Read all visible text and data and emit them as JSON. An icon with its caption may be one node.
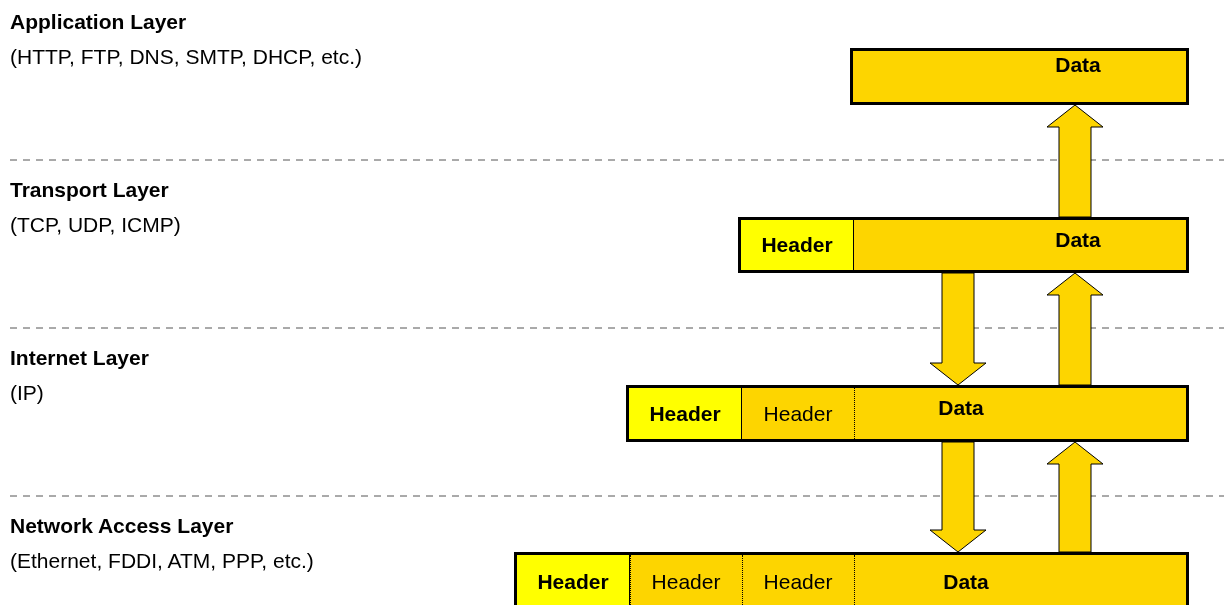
{
  "diagram": {
    "nodes": [
      {
        "text": [
          "Data"
        ]
      },
      {
        "text": [
          "Data"
        ]
      },
      {
        "text": [
          "Header"
        ],
        "in": 1
      },
      {
        "text": [
          "Header",
          "Data"
        ]
      },
      {
        "text": [
          "Header"
        ],
        "in": 3
      },
      {
        "text": [
          "Header",
          "Header",
          "Data"
        ]
      },
      {
        "text": [
          "Header"
        ],
        "in": 5
      }
    ],
    "edges": [
      {
        "from": 1,
        "to": 0,
        "arrow": "to"
      },
      {
        "from": 1,
        "to": 3,
        "arrow": "to"
      },
      {
        "from": 3,
        "to": 1,
        "arrow": "to"
      },
      {
        "from": 3,
        "to": 5,
        "arrow": "to"
      },
      {
        "from": 5,
        "to": 3,
        "arrow": "to"
      }
    ],
    "labels": [
      "Application Layer",
      "(HTTP, FTP, DNS, SMTP, DHCP, etc.)",
      "Transport Layer",
      "(TCP, UDP, ICMP)",
      "Internet Layer",
      "(IP)",
      "Network Access Layer",
      "(Ethernet, FDDI, ATM, PPP, etc.)"
    ]
  }
}
